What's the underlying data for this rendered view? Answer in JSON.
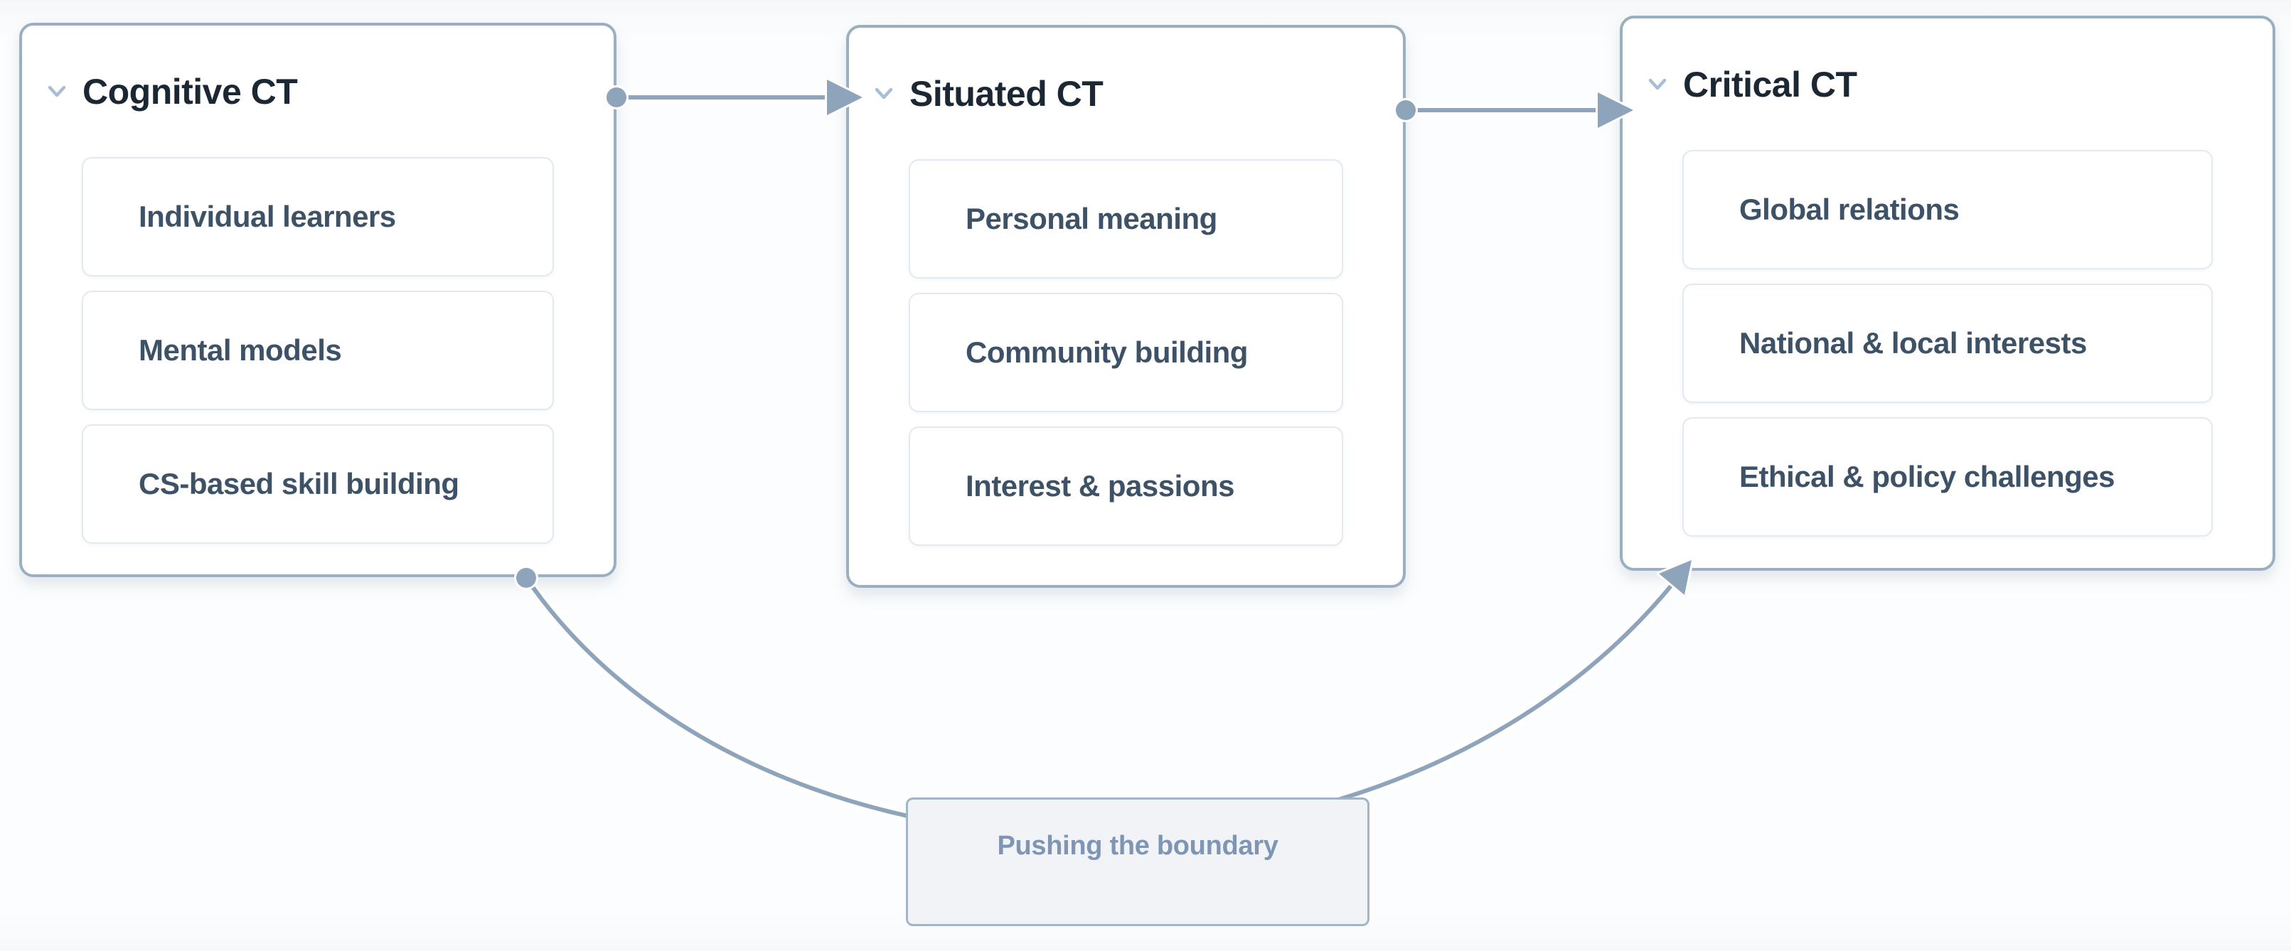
{
  "diagram": {
    "nodes": [
      {
        "title": "Cognitive CT",
        "items": [
          "Individual learners",
          "Mental models",
          "CS-based skill building"
        ]
      },
      {
        "title": "Situated CT",
        "items": [
          "Personal meaning",
          "Community building",
          "Interest & passions"
        ]
      },
      {
        "title": "Critical CT",
        "items": [
          "Global relations",
          "National & local interests",
          "Ethical & policy challenges"
        ]
      }
    ],
    "label_node": {
      "text": "Pushing the boundary"
    },
    "connections": [
      {
        "from": "Cognitive CT",
        "to": "Situated CT",
        "style": "straight-arrow"
      },
      {
        "from": "Situated CT",
        "to": "Critical CT",
        "style": "straight-arrow"
      },
      {
        "from": "Cognitive CT",
        "to": "Critical CT",
        "style": "curved-arrow",
        "via_label": "Pushing the boundary"
      }
    ],
    "colors": {
      "node_border": "#9bafc2",
      "node_bg": "#ffffff",
      "item_border": "#e4e9ef",
      "title_text": "#1c2734",
      "item_text": "#3d5266",
      "connector": "#8ea4ba",
      "connector_halo": "#ffffff",
      "chevron": "#aabed3",
      "label_bg": "#f1f3f7",
      "label_border": "#a2b4c6",
      "label_text": "#7e96b3",
      "canvas_bg": "#fbfcfd"
    }
  }
}
